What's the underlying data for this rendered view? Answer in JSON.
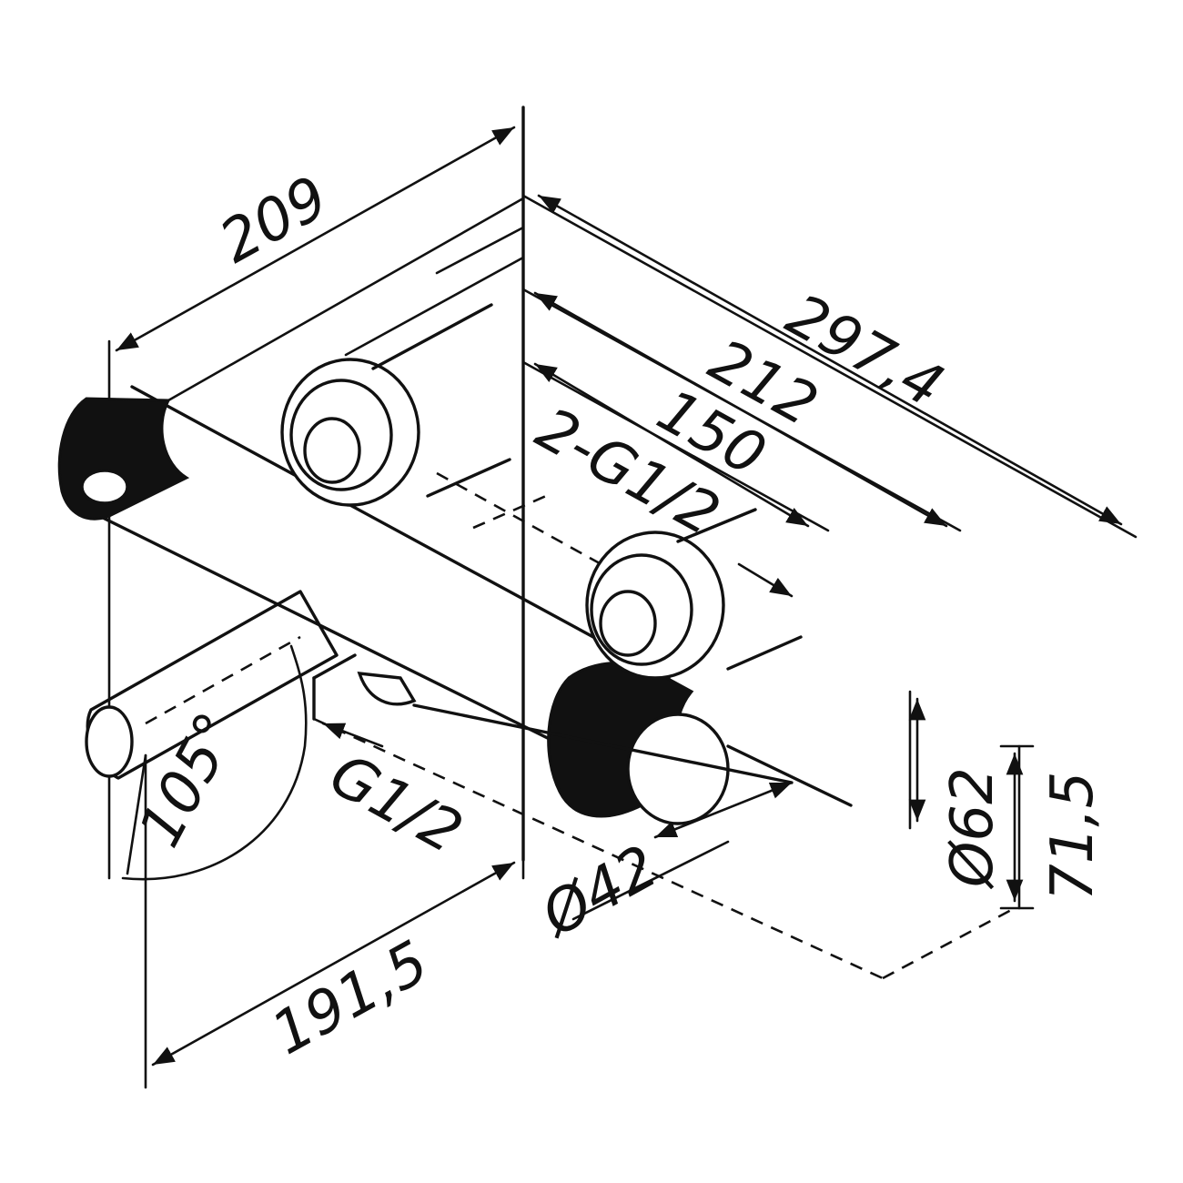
{
  "dimensions": {
    "d209": "209",
    "d297": "297,4",
    "d212": "212",
    "d150": "150",
    "d2g12": "2-G1/2",
    "dg12": "G1/2",
    "d105": "105°",
    "d1915": "191,5",
    "dphi42": "Ø42",
    "dphi62": "Ø62",
    "d715": "71,5"
  }
}
